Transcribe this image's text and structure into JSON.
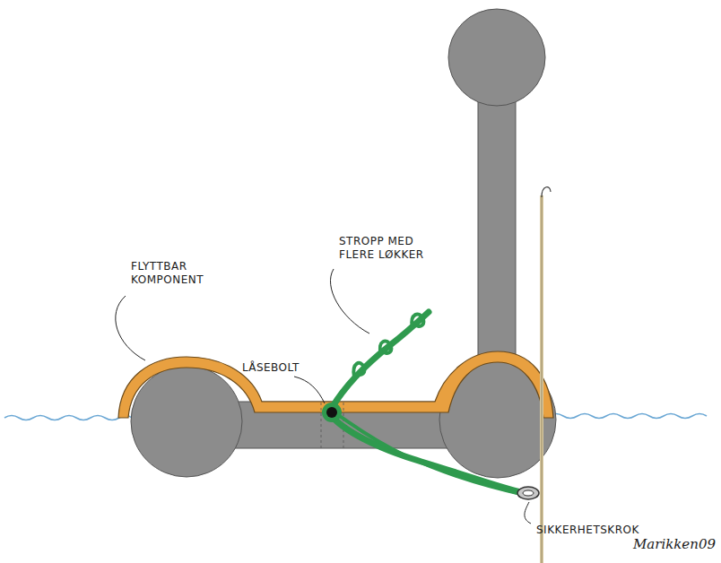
{
  "diagram": {
    "labels": [
      "FLYTTBAR KOMPONENT",
      "STROPP MED FLERE LØKKER",
      "LÅSEBOLT",
      "SIKKERHETSKROK",
      "Marikken09"
    ]
  }
}
